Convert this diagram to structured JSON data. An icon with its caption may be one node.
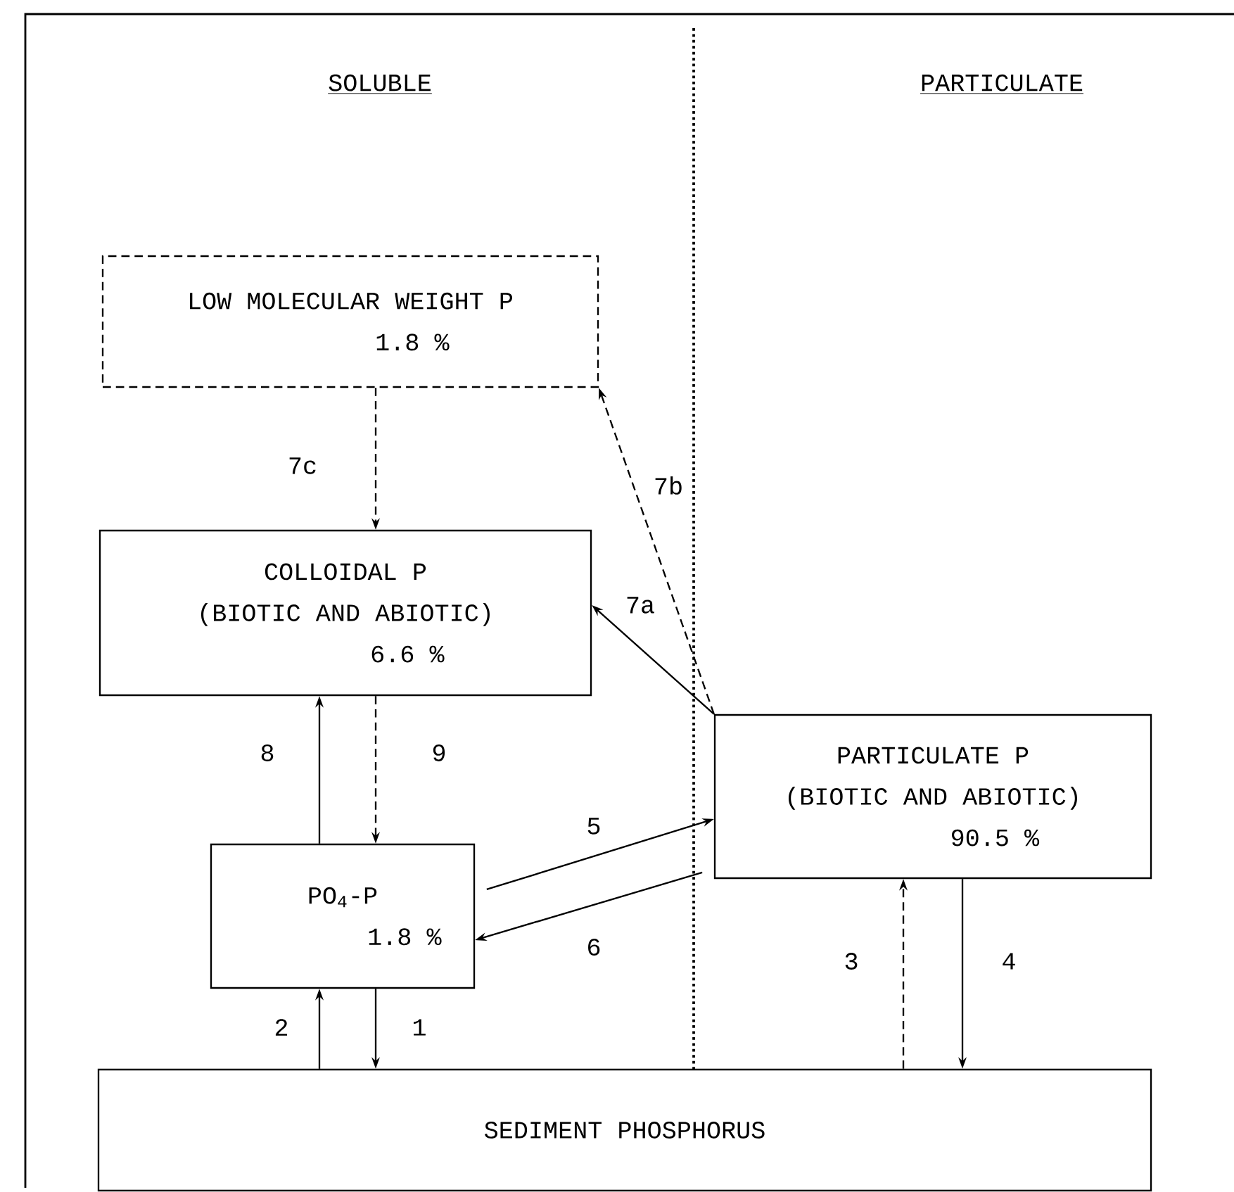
{
  "diagram": {
    "nodes": [
      {
        "text": [
          "LOW MOLECULAR WEIGHT P",
          "1.8 %"
        ]
      },
      {
        "text": [
          "COLLOIDAL P",
          "(BIOTIC AND ABIOTIC)",
          "6.6 %"
        ]
      },
      {
        "text": [
          "PARTICULATE P",
          "(BIOTIC AND ABIOTIC)",
          "90.5 %"
        ]
      },
      {
        "text": [
          "PO$_{4}$-P",
          "1.8 %"
        ]
      },
      {
        "text": [
          "SEDIMENT PHOSPHORUS"
        ]
      }
    ],
    "edges": [
      {
        "from": 0,
        "to": 1,
        "arrow": "to",
        "label": "7c",
        "style": "dashed"
      },
      {
        "from": 2,
        "to": 0,
        "arrow": "to",
        "label": "7b",
        "style": "dashed"
      },
      {
        "from": 2,
        "to": 1,
        "arrow": "to",
        "label": "7a"
      },
      {
        "from": 3,
        "to": 1,
        "arrow": "to",
        "label": "8"
      },
      {
        "from": 1,
        "to": 3,
        "arrow": "to",
        "label": "9",
        "style": "dashed"
      },
      {
        "from": 3,
        "to": 2,
        "arrow": "to",
        "label": "5"
      },
      {
        "from": 2,
        "to": 3,
        "arrow": "to",
        "label": "6"
      },
      {
        "from": 4,
        "to": 3,
        "arrow": "to",
        "label": "2"
      },
      {
        "from": 3,
        "to": 4,
        "arrow": "to",
        "label": "1"
      },
      {
        "from": 4,
        "to": 2,
        "arrow": "to",
        "label": "3",
        "style": "dashed"
      },
      {
        "from": 2,
        "to": 4,
        "arrow": "to",
        "label": "4"
      }
    ],
    "labels": [
      "SOLUBLE",
      "PARTICULATE"
    ]
  }
}
